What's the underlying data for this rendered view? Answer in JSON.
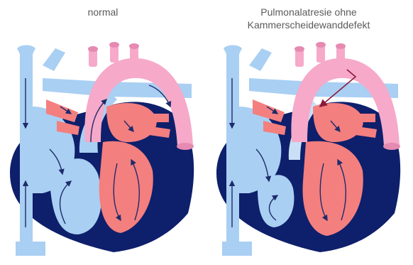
{
  "panels": {
    "left": {
      "title": "normal"
    },
    "right": {
      "title_line1": "Pulmonalatresie ohne",
      "title_line2": "Kammerscheidewanddefekt"
    }
  },
  "colors": {
    "venous_blue": "#a9cff3",
    "arterial_red": "#f47f7f",
    "aorta_pink": "#f6a9c9",
    "myocardium_navy": "#0e1f6b",
    "flow_arrow": "#1d2b6b",
    "atresia_arrow": "#8b1a3a",
    "caption_gray": "#5a5a5a"
  }
}
